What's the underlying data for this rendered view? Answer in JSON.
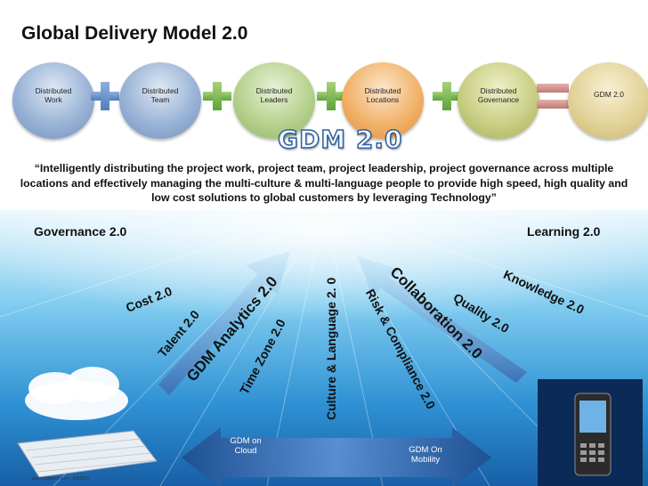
{
  "title": "Global Delivery Model 2.0",
  "equation": {
    "items": [
      {
        "label": "Distributed\nWork"
      },
      {
        "label": "Distributed\nTeam"
      },
      {
        "label": "Distributed\nLeaders"
      },
      {
        "label": "Distributed\nLocations"
      },
      {
        "label": "Distributed\nGovernance"
      }
    ],
    "result": "GDM 2.0"
  },
  "logo_text": "GDM 2.0",
  "quote": "“Intelligently distributing the project work, project team, project leadership, project governance across multiple locations and effectively managing the multi-culture & multi-language people to provide high speed, high quality and low cost solutions to global customers by leveraging Technology”",
  "dimensions": {
    "governance": "Governance 2.0",
    "learning": "Learning 2.0",
    "cost": "Cost  2.0",
    "talent": "Talent 2.0",
    "analytics": "GDM Analytics 2.0",
    "timezone": "Time Zone 2.0",
    "culture": "Culture & Language  2. 0",
    "risk": "Risk & Compliance 2.0",
    "collaboration": "Collaboration 2.0",
    "quality": "Quality  2.0",
    "knowledge": "Knowledge 2.0"
  },
  "bottom_arrow": {
    "left": "GDM  on\nCloud",
    "right": "GDM On\nMobility"
  },
  "footer_note": "www.bigstock.com · 5355557",
  "colors": {
    "sky_top": "#dff2fb",
    "sky_mid": "#58b7e6",
    "sky_bottom": "#1c6fb3",
    "arrow_blue": "#2e63a8",
    "plus_blue": "#4f7fb9",
    "plus_green": "#5fa33a",
    "equals": "#c27a73"
  }
}
